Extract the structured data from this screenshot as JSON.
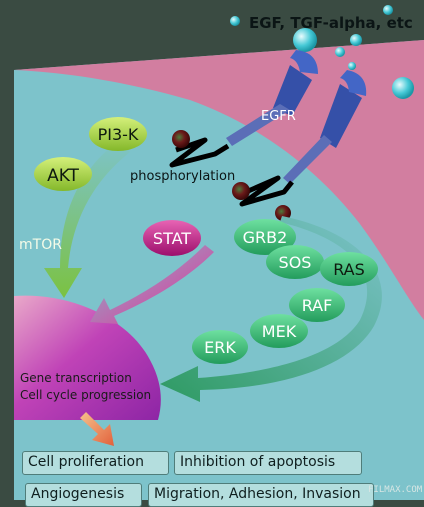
{
  "title": "EGF, TGF-alpha, etc",
  "receptor": "EGFR",
  "event": "phosphorylation",
  "nodes": {
    "pi3k": "PI3-K",
    "akt": "AKT",
    "mtor": "mTOR",
    "stat": "STAT",
    "grb2": "GRB2",
    "sos": "SOS",
    "ras": "RAS",
    "raf": "RAF",
    "mek": "MEK",
    "erk": "ERK"
  },
  "nucleus": {
    "line1": "Gene transcription",
    "line2": "Cell cycle progression"
  },
  "outcomes": [
    "Cell proliferation",
    "Inhibition of apoptosis",
    "Angiogenesis",
    "Migration, Adhesion, Invasion"
  ],
  "watermark": "FILMAX.COM",
  "colors": {
    "cytoplasm": "#7dc3cb",
    "membrane": "#d27ea0",
    "node_green": "#3dba7a",
    "node_lime": "#a6d23e",
    "stat": "#b8197e",
    "nucleus": "#a22fb6",
    "ligand": "#3fc3d2",
    "receptor": "#3a58b0",
    "background": "#3a4b42"
  }
}
